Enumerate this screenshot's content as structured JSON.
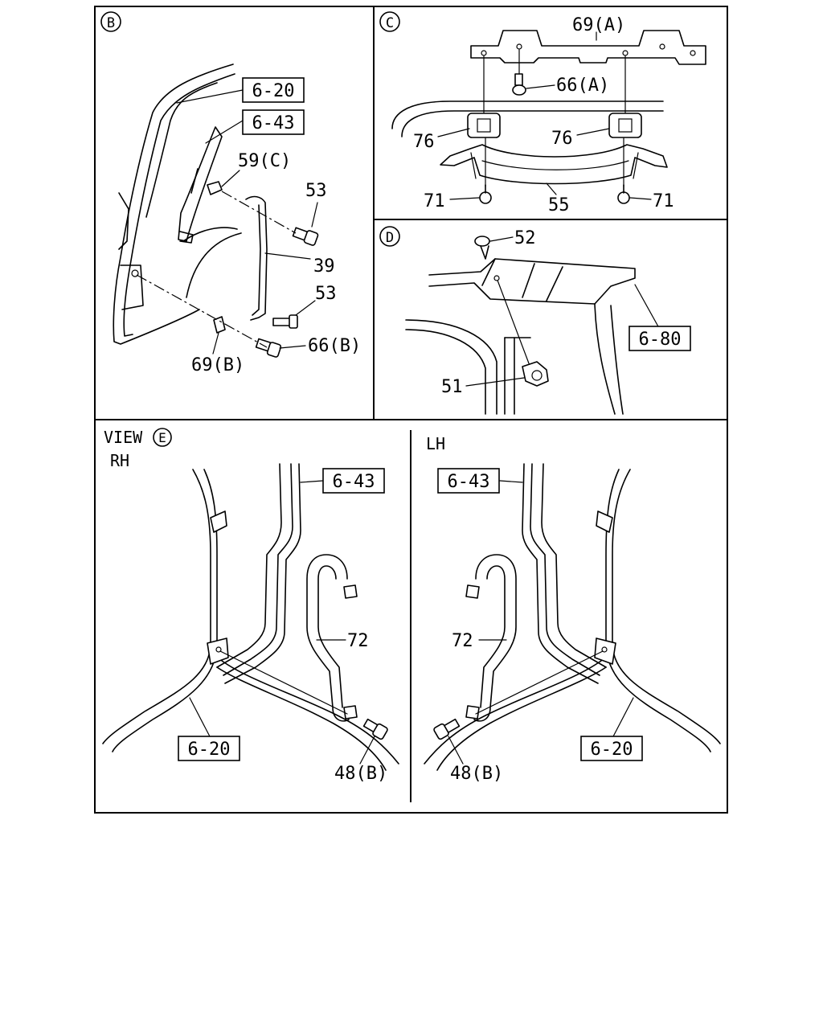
{
  "views": {
    "b": {
      "marker": "B"
    },
    "c": {
      "marker": "C"
    },
    "d": {
      "marker": "D"
    },
    "e": {
      "view_label": "VIEW",
      "marker": "E",
      "rh_label": "RH",
      "lh_label": "LH"
    }
  },
  "callouts": {
    "b_620": "6-20",
    "b_643": "6-43",
    "b_59c": "59(C)",
    "b_53_top": "53",
    "b_39": "39",
    "b_53_bottom": "53",
    "b_66b": "66(B)",
    "b_69b": "69(B)",
    "c_69a": "69(A)",
    "c_66a": "66(A)",
    "c_76_left": "76",
    "c_76_right": "76",
    "c_71_left": "71",
    "c_55": "55",
    "c_71_right": "71",
    "d_52": "52",
    "d_680": "6-80",
    "d_51": "51",
    "rh_643": "6-43",
    "rh_72": "72",
    "rh_620": "6-20",
    "rh_48b": "48(B)",
    "lh_643": "6-43",
    "lh_72": "72",
    "lh_620": "6-20",
    "lh_48b": "48(B)"
  }
}
